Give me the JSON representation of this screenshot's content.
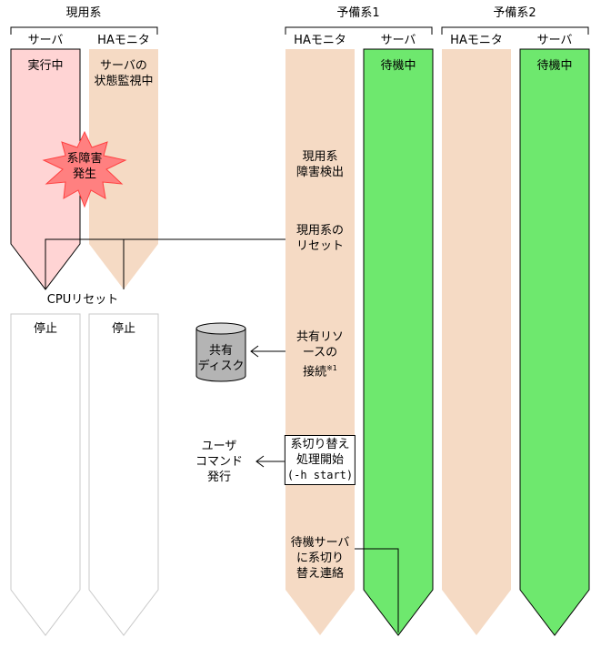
{
  "groups": {
    "active": "現用系",
    "standby1": "予備系1",
    "standby2": "予備系2"
  },
  "columns": {
    "active_server": "サーバ",
    "active_ha": "HAモニタ",
    "sb1_ha": "HAモニタ",
    "sb1_server": "サーバ",
    "sb2_ha": "HAモニタ",
    "sb2_server": "サーバ"
  },
  "status": {
    "active_running": "実行中",
    "active_ha_watch": [
      "サーバの",
      "状態監視中"
    ],
    "sb1_waiting": "待機中",
    "sb2_waiting": "待機中",
    "stopped_server": "停止",
    "stopped_ha": "停止"
  },
  "failure_burst": [
    "系障害",
    "発生"
  ],
  "steps": {
    "detect": [
      "現用系",
      "障害検出"
    ],
    "reset": [
      "現用系の",
      "リセット"
    ],
    "connect": [
      "共有リソ",
      "ースの",
      "接続"
    ],
    "connect_note": "※1",
    "switch": [
      "系切り替え",
      "処理開始",
      "(-h start)"
    ],
    "notify": [
      "待機サーバ",
      "に系切り",
      "替え連絡"
    ]
  },
  "cpu_reset": "CPUリセット",
  "shared_disk": [
    "共有",
    "ディスク"
  ],
  "user_command": [
    "ユーザ",
    "コマンド",
    "発行"
  ],
  "colors": {
    "active_server": "#ffd4d4",
    "ha_monitor": "#f5dac4",
    "standby_server": "#6ee86e",
    "burst": "#ff8080",
    "disk": "#b4b4b4",
    "stopped": "#ffffff"
  }
}
